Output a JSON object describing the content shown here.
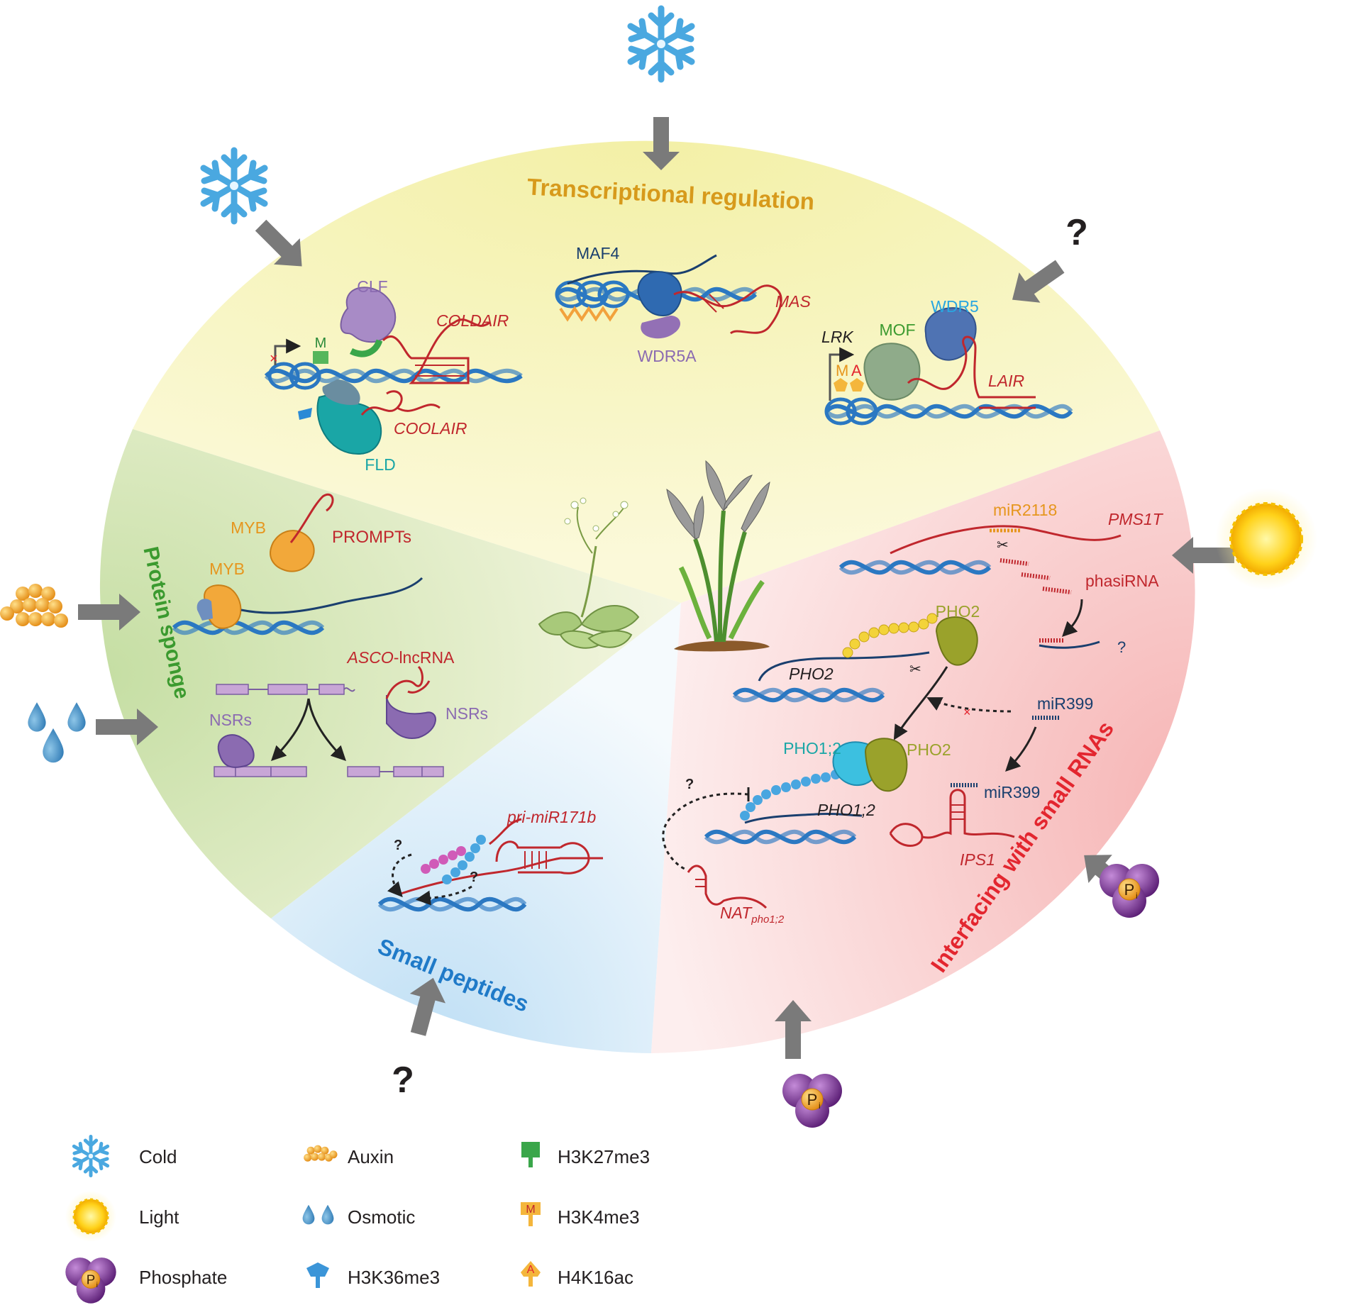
{
  "sections": {
    "transcriptional": "Transcriptional regulation",
    "sponge": "Protein sponge",
    "peptides": "Small peptides",
    "small_rnas": "Interfacing with small RNAs"
  },
  "transcriptional": {
    "clf": "CLF",
    "coldair": "COLDAIR",
    "m_mark": "M",
    "coolair": "COOLAIR",
    "fld": "FLD",
    "maf4": "MAF4",
    "mas": "MAS",
    "wdr5a": "WDR5A",
    "question": "?",
    "lrk": "LRK",
    "mof": "MOF",
    "wdr5": "WDR5",
    "lair": "LAIR",
    "m_mark2": "M",
    "a_mark": "A"
  },
  "sponge": {
    "myb1": "MYB",
    "prompts": "PROMPTs",
    "myb2": "MYB",
    "asco_italic": "ASCO",
    "asco_rest": "-lncRNA",
    "nsrs1": "NSRs",
    "nsrs2": "NSRs"
  },
  "peptides": {
    "pri": "pri-miR171b",
    "q1": "?",
    "q2": "?",
    "q_bottom": "?"
  },
  "small_rnas": {
    "mir2118": "miR2118",
    "pms1t": "PMS1T",
    "phasirna": "phasiRNA",
    "q_right": "?",
    "pho2_protein": "PHO2",
    "pho2_gene": "PHO2",
    "mir399_a": "miR399",
    "pho12_protein": "PHO1;2",
    "pho2_protein2": "PHO2",
    "mir399_b": "miR399",
    "pho12_gene": "PHO1;2",
    "ips1": "IPS1",
    "nat_main": "NAT",
    "nat_sub": "pho1;2",
    "q_left": "?",
    "pi": "P",
    "pi_sub": "i"
  },
  "legend": {
    "cold": "Cold",
    "light": "Light",
    "phosphate": "Phosphate",
    "auxin": "Auxin",
    "osmotic": "Osmotic",
    "h3k36": "H3K36me3",
    "h3k27": "H3K27me3",
    "h3k4": "H3K4me3",
    "h4k16": "H4K16ac",
    "m": "M",
    "a": "A"
  },
  "colors": {
    "yellow": "#f7f3b3",
    "green": "#cfe3b1",
    "blue": "#cfe6f7",
    "pink": "#f8c9c9",
    "dna": "#2b78c2",
    "rna_red": "#c0272d",
    "rna_navy": "#1a3f6e",
    "title_orange": "#d79a1c",
    "title_green": "#3b9a2f",
    "title_blue": "#1f7ac8",
    "title_red": "#e3262f",
    "purple": "#8b6bb1",
    "orange": "#e6961e",
    "teal": "#1aa6a6",
    "olive": "#9aa22b"
  }
}
